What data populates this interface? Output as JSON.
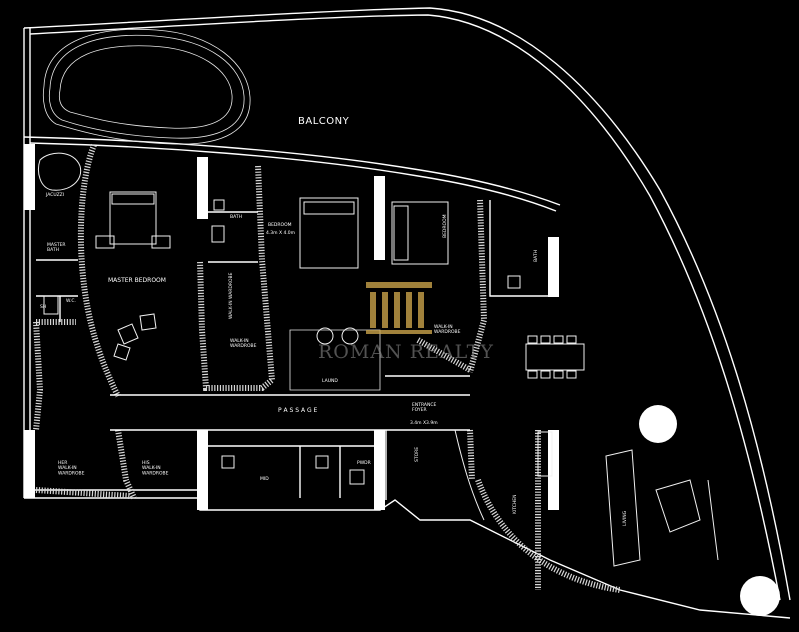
{
  "labels": {
    "balcony": "BALCONY",
    "master_bedroom": "MASTER BEDROOM",
    "master_bath": "MASTER\nBATH",
    "jacuzzi": "JACUZZI",
    "sh": "SH",
    "wc": "W.C.",
    "bath_left": "BATH",
    "bedroom_center": "BEDROOM",
    "bedroom_center_dims": "4.3m X 4.0m",
    "bedroom_right": "BEDROOM",
    "bath_right": "BATH",
    "walk_in_wardrobe_left": "WALK-IN\nWARDROBE",
    "walk_in_wardrobe_right": "WALK-IN\nWARDROBE",
    "master_wardrobe": "WALK-IN WARDROBE",
    "laund": "LAUND",
    "passage": "P A S S A G E",
    "entrance_foyer": "ENTRANCE\nFOYER",
    "entrance_foyer_dims": "3.4m X3.9m",
    "her_wardrobe": "HER\nWALK-IN\nWARDROBE",
    "his_wardrobe": "HIS\nWALK-IN\nWARDROBE",
    "maid": "MID",
    "pwdr": "PWDR",
    "kitchen": "KITCHEN",
    "living": "LIVING",
    "store": "STORE"
  },
  "watermark": {
    "text": "ROMAN REALTY",
    "icon": "temple-columns-icon",
    "color": "#c8a24a"
  },
  "colors": {
    "background": "#000000",
    "lines": "#ffffff"
  }
}
